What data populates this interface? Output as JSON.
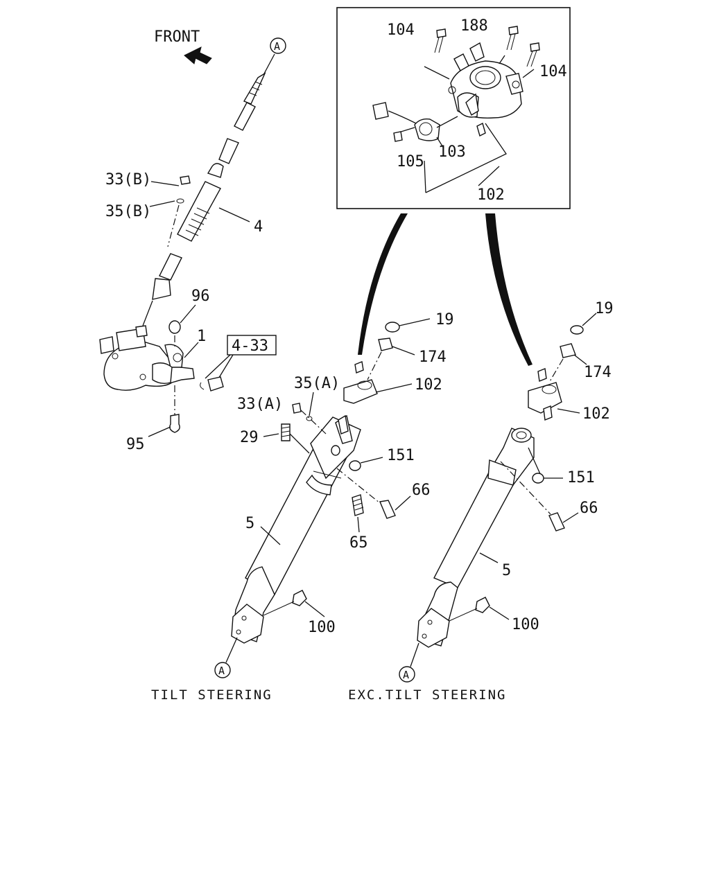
{
  "header": {
    "front_label": "FRONT"
  },
  "labels": {
    "inset_104_left": "104",
    "inset_188": "188",
    "inset_104_right": "104",
    "inset_105": "105",
    "inset_103": "103",
    "inset_102": "102",
    "l_33b": "33(B)",
    "l_35b": "35(B)",
    "l_4": "4",
    "l_96": "96",
    "l_1": "1",
    "l_4_33": "4-33",
    "l_95": "95",
    "t_19": "19",
    "t_174": "174",
    "t_35a": "35(A)",
    "t_102": "102",
    "t_33a": "33(A)",
    "t_29": "29",
    "t_151": "151",
    "t_66": "66",
    "t_65": "65",
    "t_5": "5",
    "t_100": "100",
    "e_19": "19",
    "e_174": "174",
    "e_102": "102",
    "e_151": "151",
    "e_66": "66",
    "e_5": "5",
    "e_100": "100",
    "marker_a": "A"
  },
  "captions": {
    "tilt": "TILT STEERING",
    "exc_tilt": "EXC.TILT STEERING"
  }
}
